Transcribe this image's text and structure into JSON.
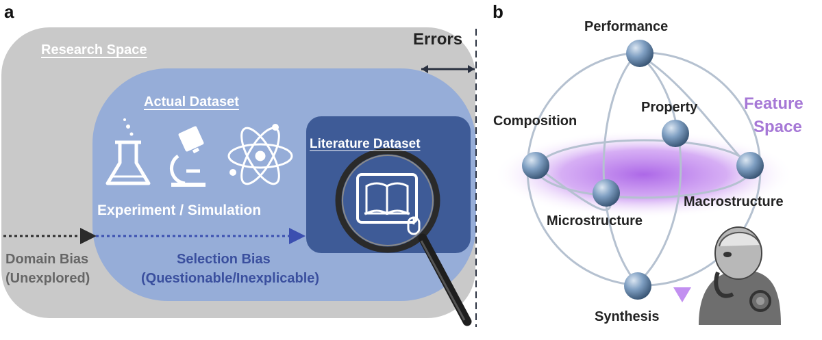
{
  "panel_a": {
    "label": "a",
    "research_space": "Research Space",
    "errors": "Errors",
    "actual_dataset": "Actual Dataset",
    "literature_dataset": "Literature Dataset",
    "experiment_simulation": "Experiment / Simulation",
    "domain_bias_line1": "Domain Bias",
    "domain_bias_line2": "(Unexplored)",
    "selection_bias_line1": "Selection Bias",
    "selection_bias_line2": "(Questionable/Inexplicable)",
    "icons": [
      "flask-icon",
      "microscope-icon",
      "atom-icon",
      "book-icon",
      "mouse-icon",
      "magnifier-icon"
    ]
  },
  "panel_b": {
    "label": "b",
    "performance": "Performance",
    "property": "Property",
    "composition": "Composition",
    "feature_line1": "Feature",
    "feature_line2": "Space",
    "macrostructure": "Macrostructure",
    "microstructure": "Microstructure",
    "synthesis": "Synthesis",
    "icons": [
      "robot-thinker-icon",
      "down-arrow-icon"
    ]
  },
  "colors": {
    "research_space": "#c8c8c8",
    "actual_dataset": "#8ea9d8",
    "literature_dataset": "#3d5a96",
    "feature_space": "#b57be6",
    "node": "#6f8fb3",
    "dark_text": "#222222"
  }
}
